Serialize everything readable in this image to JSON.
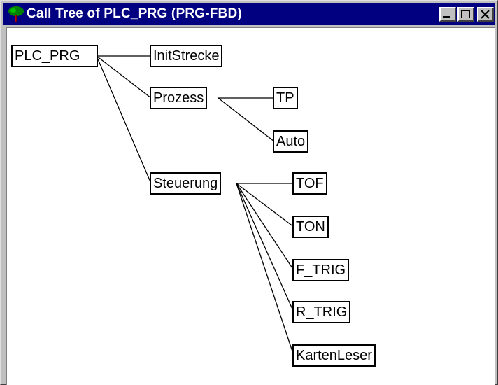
{
  "window": {
    "title": "Call Tree of PLC_PRG (PRG-FBD)",
    "icon": "tree-icon",
    "controls": [
      "minimize-icon",
      "maximize-icon",
      "close-icon"
    ]
  },
  "tree": {
    "root": "PLC_PRG",
    "children": [
      {
        "label": "InitStrecke",
        "children": []
      },
      {
        "label": "Prozess",
        "children": [
          "TP",
          "Auto"
        ]
      },
      {
        "label": "Steuerung",
        "children": [
          "TOF",
          "TON",
          "F_TRIG",
          "R_TRIG",
          "KartenLeser"
        ]
      }
    ]
  },
  "colors": {
    "titlebar": "#000080",
    "title_text": "#ffffff",
    "canvas": "#ffffff",
    "frame": "#c0c0c0"
  }
}
